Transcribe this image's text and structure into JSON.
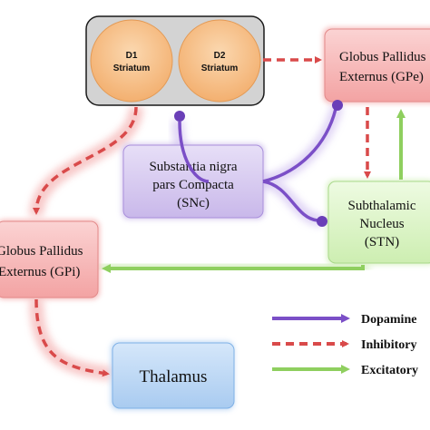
{
  "diagram": {
    "striatum": {
      "d1": {
        "line1": "D1",
        "line2": "Striatum"
      },
      "d2": {
        "line1": "D2",
        "line2": "Striatum"
      }
    },
    "gpe": {
      "line1": "Globus Pallidus",
      "line2": "Externus (GPe)"
    },
    "snc": {
      "line1": "Substantia nigra",
      "line2": "pars Compacta",
      "line3": "(SNc)"
    },
    "stn": {
      "line1": "Subthalamic",
      "line2": "Nucleus",
      "line3": "(STN)"
    },
    "gpi": {
      "line1": "Globus Pallidus",
      "line2": "Externus (GPi)"
    },
    "thalamus": {
      "label": "Thalamus"
    },
    "legend": {
      "dopamine": "Dopamine",
      "inhibitory": "Inhibitory",
      "excitatory": "Excitatory"
    }
  },
  "colors": {
    "striatum_box": "#d3d3d3",
    "striatum_circle": "#f8c58e",
    "red_box": "#f6b7b7",
    "green_box": "#dff5c9",
    "purple_box": "#d9ccf0",
    "blue_box": "#bcd8f5",
    "dopamine": "#7b4fc7",
    "inhibitory": "#d94a4a",
    "excitatory": "#8fcf5f"
  }
}
